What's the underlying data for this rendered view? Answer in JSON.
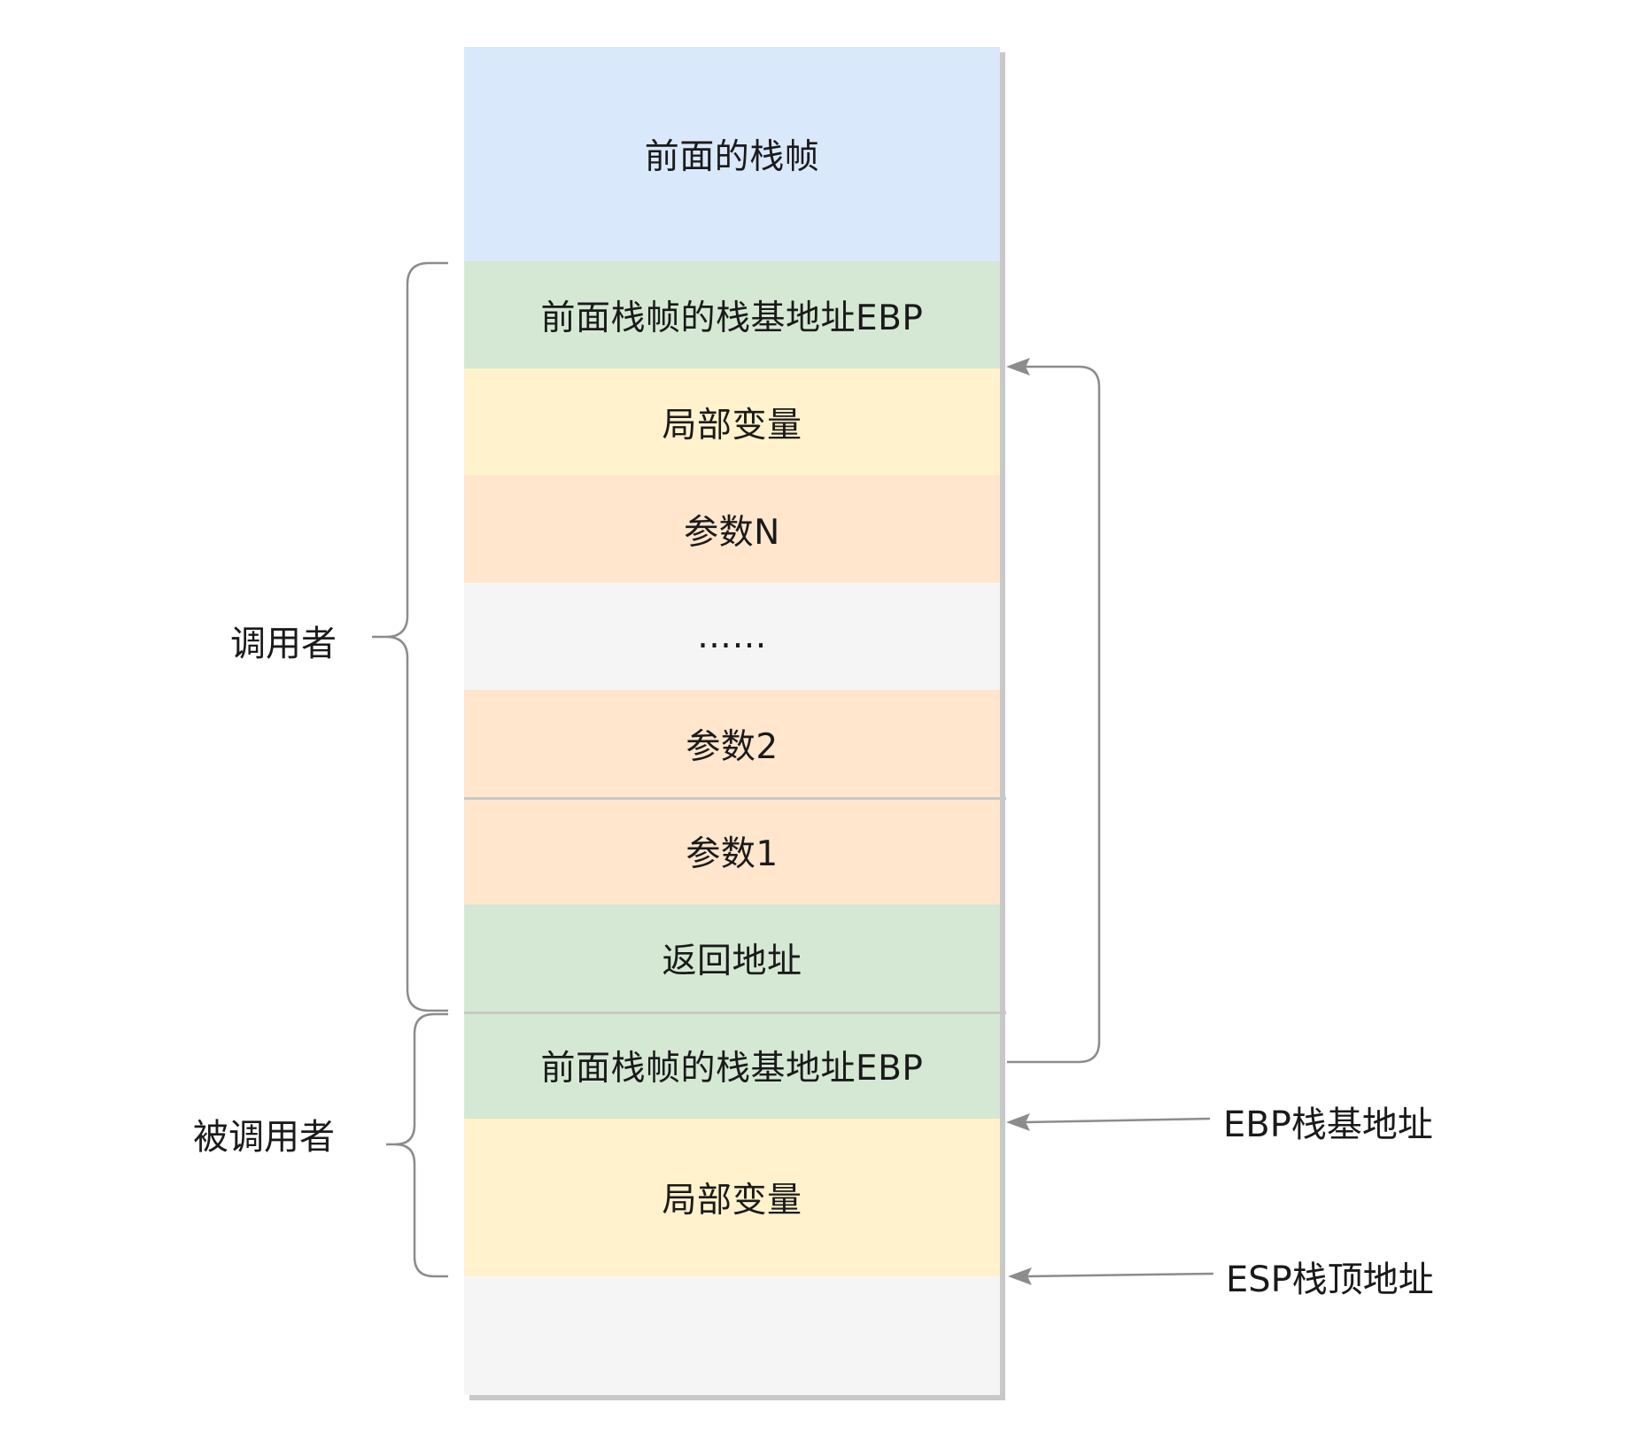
{
  "stack": {
    "blocks": [
      {
        "label": "前面的栈帧"
      },
      {
        "label": "前面栈帧的栈基地址EBP"
      },
      {
        "label": "局部变量"
      },
      {
        "label": "参数N"
      },
      {
        "label": "……"
      },
      {
        "label": "参数2"
      },
      {
        "label": "参数1"
      },
      {
        "label": "返回地址"
      },
      {
        "label": "前面栈帧的栈基地址EBP"
      },
      {
        "label": "局部变量"
      },
      {
        "label": ""
      }
    ]
  },
  "groups": {
    "caller": "调用者",
    "callee": "被调用者"
  },
  "pointers": {
    "ebp": "EBP栈基地址",
    "esp": "ESP栈顶地址"
  },
  "colors": {
    "blue": "#dae8fc",
    "green": "#d5e8d4",
    "yellow": "#fff2cc",
    "orange": "#ffe6cc",
    "gray": "#f5f5f5",
    "line": "#8c8c8c"
  }
}
